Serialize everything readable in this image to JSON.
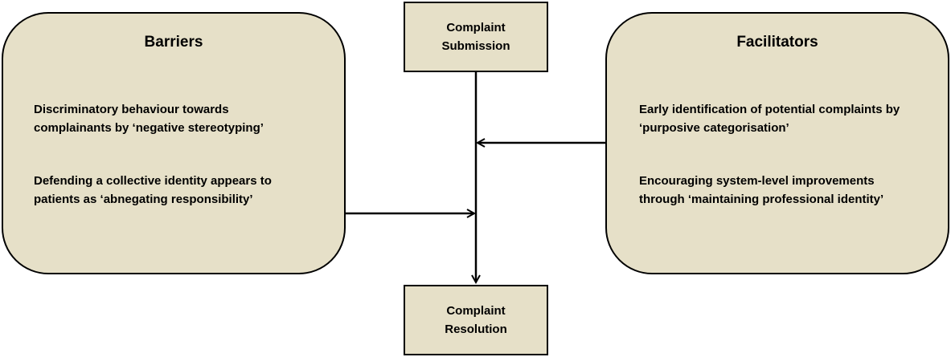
{
  "barriers": {
    "title": "Barriers",
    "items": [
      {
        "line1": "Discriminatory behaviour towards",
        "line2": "complainants by ‘negative stereotyping’"
      },
      {
        "line1": "Defending a collective identity appears to",
        "line2": "patients as ‘abnegating responsibility’"
      }
    ]
  },
  "facilitators": {
    "title": "Facilitators",
    "items": [
      {
        "line1": "Early identification of potential complaints by",
        "line2": "‘purposive categorisation’"
      },
      {
        "line1": "Encouraging system-level improvements",
        "line2": "through ‘maintaining professional identity’"
      }
    ]
  },
  "submission": {
    "line1": "Complaint",
    "line2": "Submission"
  },
  "resolution": {
    "line1": "Complaint",
    "line2": "Resolution"
  },
  "colors": {
    "box_fill": "#e6e0c8",
    "stroke": "#000000"
  }
}
